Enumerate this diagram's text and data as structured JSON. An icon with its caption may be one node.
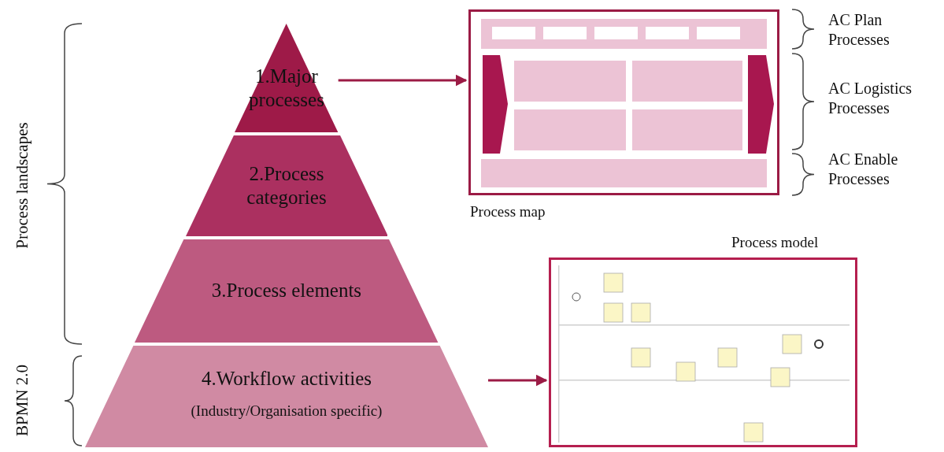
{
  "diagram": {
    "nodes": [
      {
        "text": [
          "1.Major processes"
        ]
      },
      {
        "text": [
          "2.Process categories"
        ]
      },
      {
        "text": [
          "3.Process elements"
        ]
      },
      {
        "text": [
          "4.Workflow activities",
          "(Industry/Organisation specific)"
        ]
      },
      {
        "text": [],
        "shape": "picture",
        "beside": [
          "Process map"
        ]
      },
      {
        "text": [],
        "shape": "picture",
        "beside": [
          "Process model"
        ]
      }
    ],
    "edges": [
      {
        "from": 0,
        "to": 4,
        "arrow": "to"
      },
      {
        "from": 3,
        "to": 5,
        "arrow": "to"
      }
    ],
    "labels": [
      "AC Plan Processes",
      "AC Logistics Processes",
      "AC Enable Processes",
      "Process landscapes",
      "BPMN 2.0"
    ]
  }
}
